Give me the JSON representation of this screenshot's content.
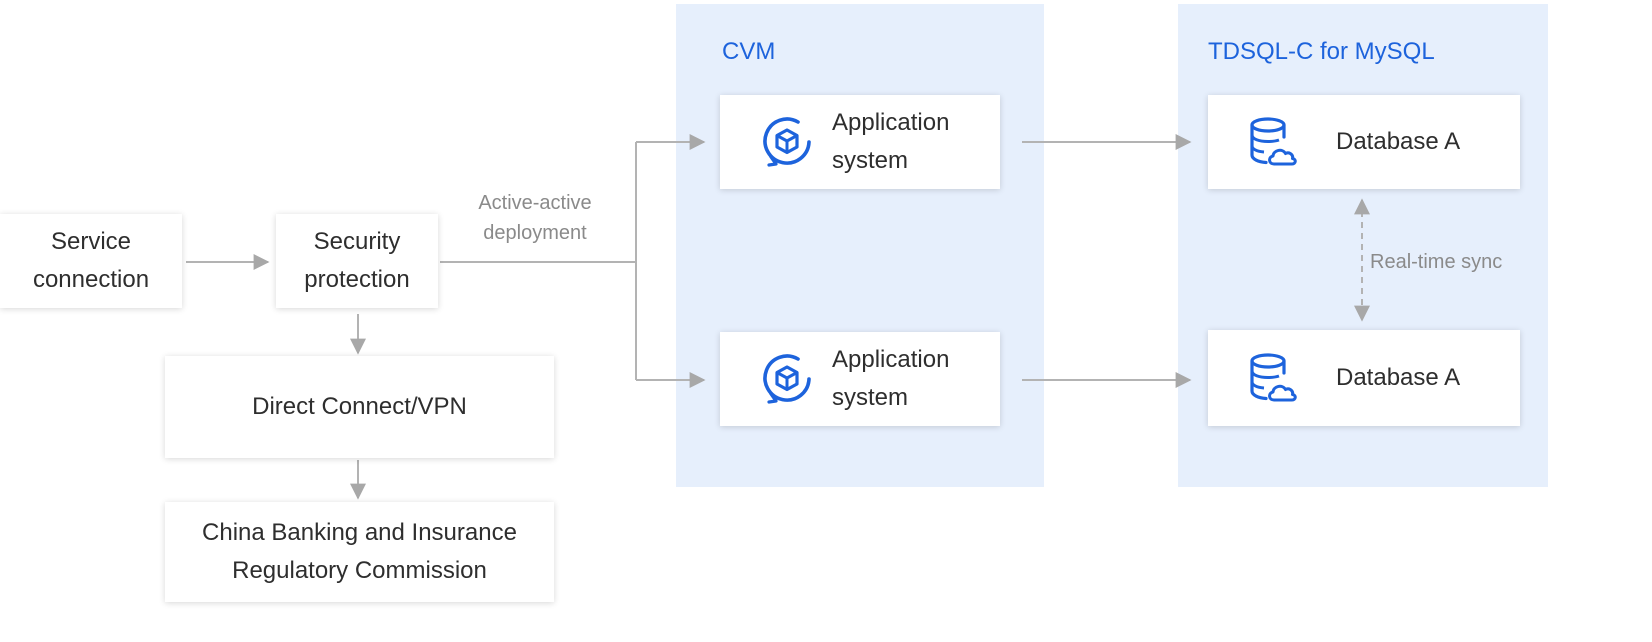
{
  "groups": {
    "cvm": {
      "title": "CVM"
    },
    "tdsql": {
      "title": "TDSQL-C for MySQL"
    }
  },
  "nodes": {
    "service_connection": "Service\nconnection",
    "security_protection": "Security\nprotection",
    "direct_connect": "Direct Connect/VPN",
    "cbirc": "China Banking and Insurance\nRegulatory Commission",
    "app_system_1": "Application\nsystem",
    "app_system_2": "Application\nsystem",
    "database_1": "Database A",
    "database_2": "Database A"
  },
  "edge_labels": {
    "active_active": "Active-active\ndeployment",
    "realtime_sync": "Real-time sync"
  },
  "icons": {
    "application": "application-system-icon",
    "database": "cloud-database-icon"
  },
  "colors": {
    "accent": "#1d63dc",
    "group_bg": "#e6effc",
    "connector": "#b3b3b3",
    "edge_label": "#8a8a8a"
  }
}
